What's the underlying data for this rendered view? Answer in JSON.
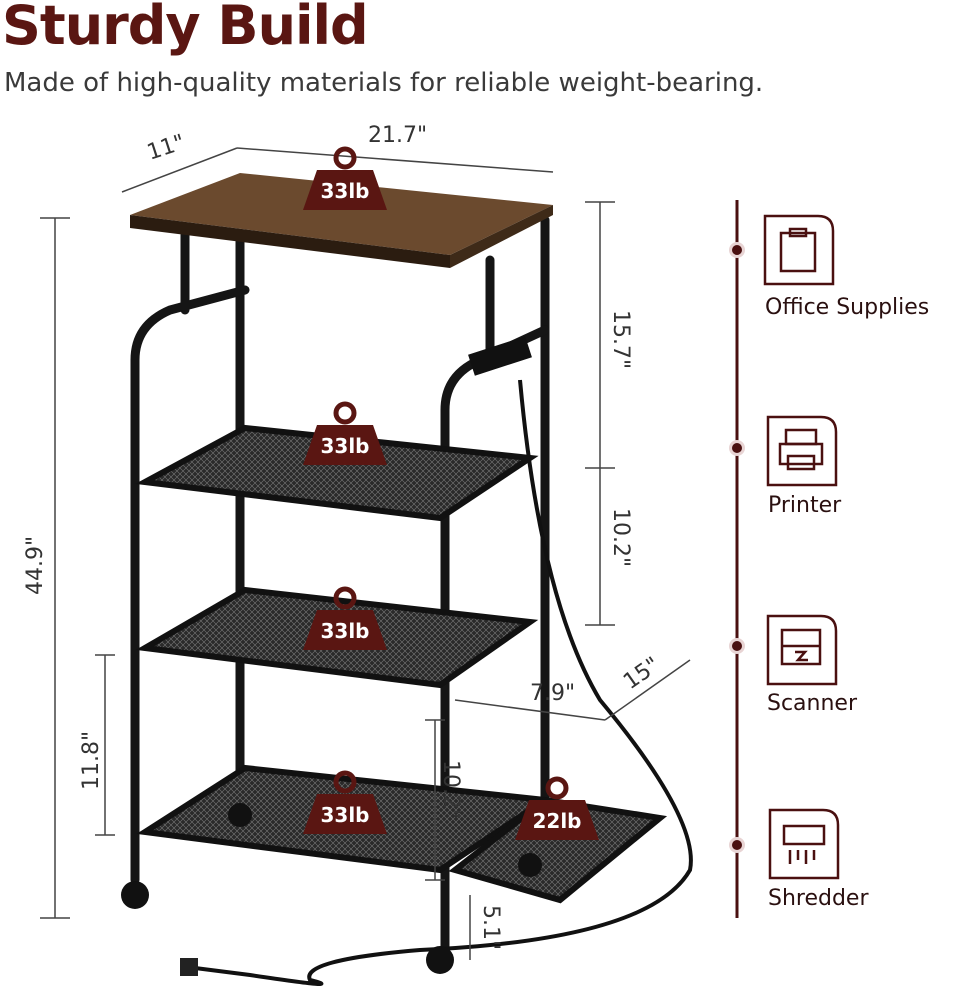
{
  "header": {
    "title": "Sturdy Build",
    "subtitle": "Made of high-quality materials for reliable weight-bearing."
  },
  "dimensions": {
    "depth": "11\"",
    "width": "21.7\"",
    "height": "44.9\"",
    "top_gap": "15.7\"",
    "shelf_gap": "10.2\"",
    "side_depth": "15\"",
    "side_width": "7.9\"",
    "bottom_height": "11.8\"",
    "side_gap": "10.2\"",
    "ground_clearance": "5.1\""
  },
  "weights": {
    "top": "33lb",
    "shelf1": "33lb",
    "shelf2": "33lb",
    "shelf3": "33lb",
    "side": "22lb"
  },
  "uses": [
    {
      "label": "Office Supplies",
      "icon": "clipboard-icon"
    },
    {
      "label": "Printer",
      "icon": "printer-icon"
    },
    {
      "label": "Scanner",
      "icon": "scanner-icon"
    },
    {
      "label": "Shredder",
      "icon": "shredder-icon"
    }
  ],
  "colors": {
    "accent": "#5a1612",
    "wood": "#6b4a2e",
    "metal": "#1a1a1a"
  }
}
